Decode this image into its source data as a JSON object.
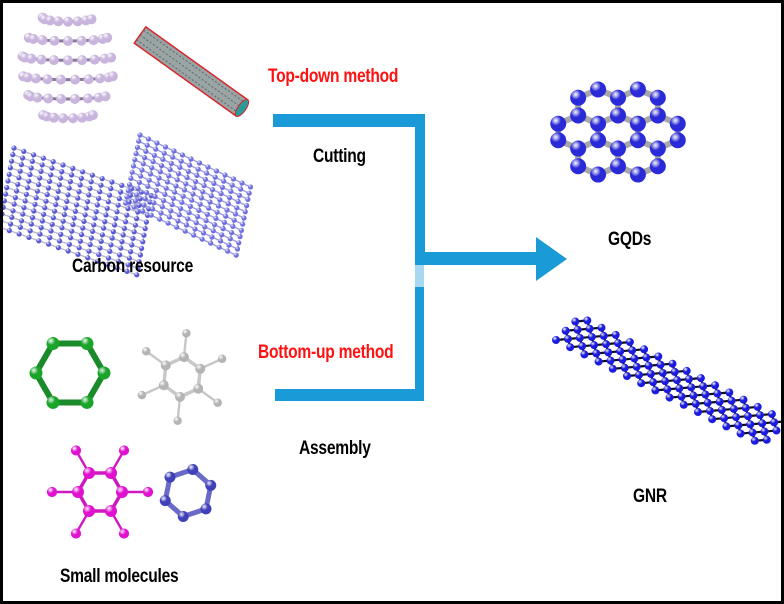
{
  "figure": {
    "sources": {
      "carbon_resource": {
        "label": "Carbon resource",
        "items": [
          "fullerene",
          "carbon-nanotube",
          "graphene-sheet",
          "graphite-block"
        ]
      },
      "small_molecules": {
        "label": "Small molecules",
        "items": [
          "green-ring",
          "gray-benzene",
          "magenta-substituted-benzene",
          "blue-ring"
        ]
      }
    },
    "methods": {
      "top_down": {
        "label": "Top-down method",
        "process": "Cutting"
      },
      "bottom_up": {
        "label": "Bottom-up method",
        "process": "Assembly"
      }
    },
    "products": {
      "gqds": {
        "label": "GQDs"
      },
      "gnr": {
        "label": "GNR"
      }
    },
    "colors": {
      "arrow": "#1a9ad6",
      "method_label": "#ff1111",
      "text": "#000000",
      "fullerene": "#c8b4dc",
      "nanotube_outline": "#d8262a",
      "nanotube_core": "#2a9a9a",
      "graphene": "#5a5ad8",
      "graphite": "#7070e0",
      "green_molecule": "#1aa52a",
      "gray_molecule": "#b4b4b4",
      "magenta_molecule": "#e012d0",
      "blue_molecule": "#4040b8",
      "gqd_atom": "#2a2ad8",
      "gqd_bond": "#a8a8a8",
      "gnr_atom": "#1a1ae0",
      "gnr_bond": "#101010"
    }
  }
}
